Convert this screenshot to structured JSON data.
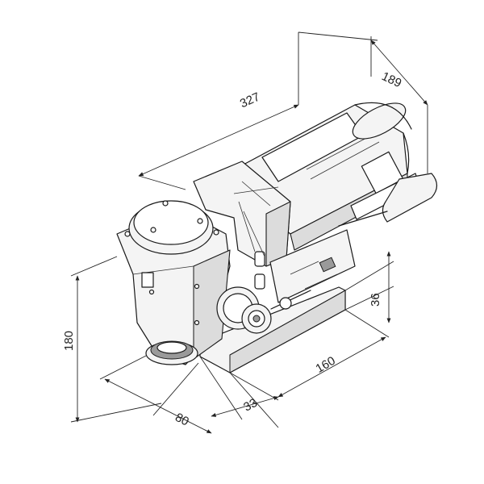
{
  "drawing": {
    "dimensions": {
      "d327": "327",
      "d189": "189",
      "d180": "180",
      "d160": "160",
      "d36": "36",
      "d33": "33",
      "d80": "80"
    },
    "line_color": "#1a1a1a"
  }
}
